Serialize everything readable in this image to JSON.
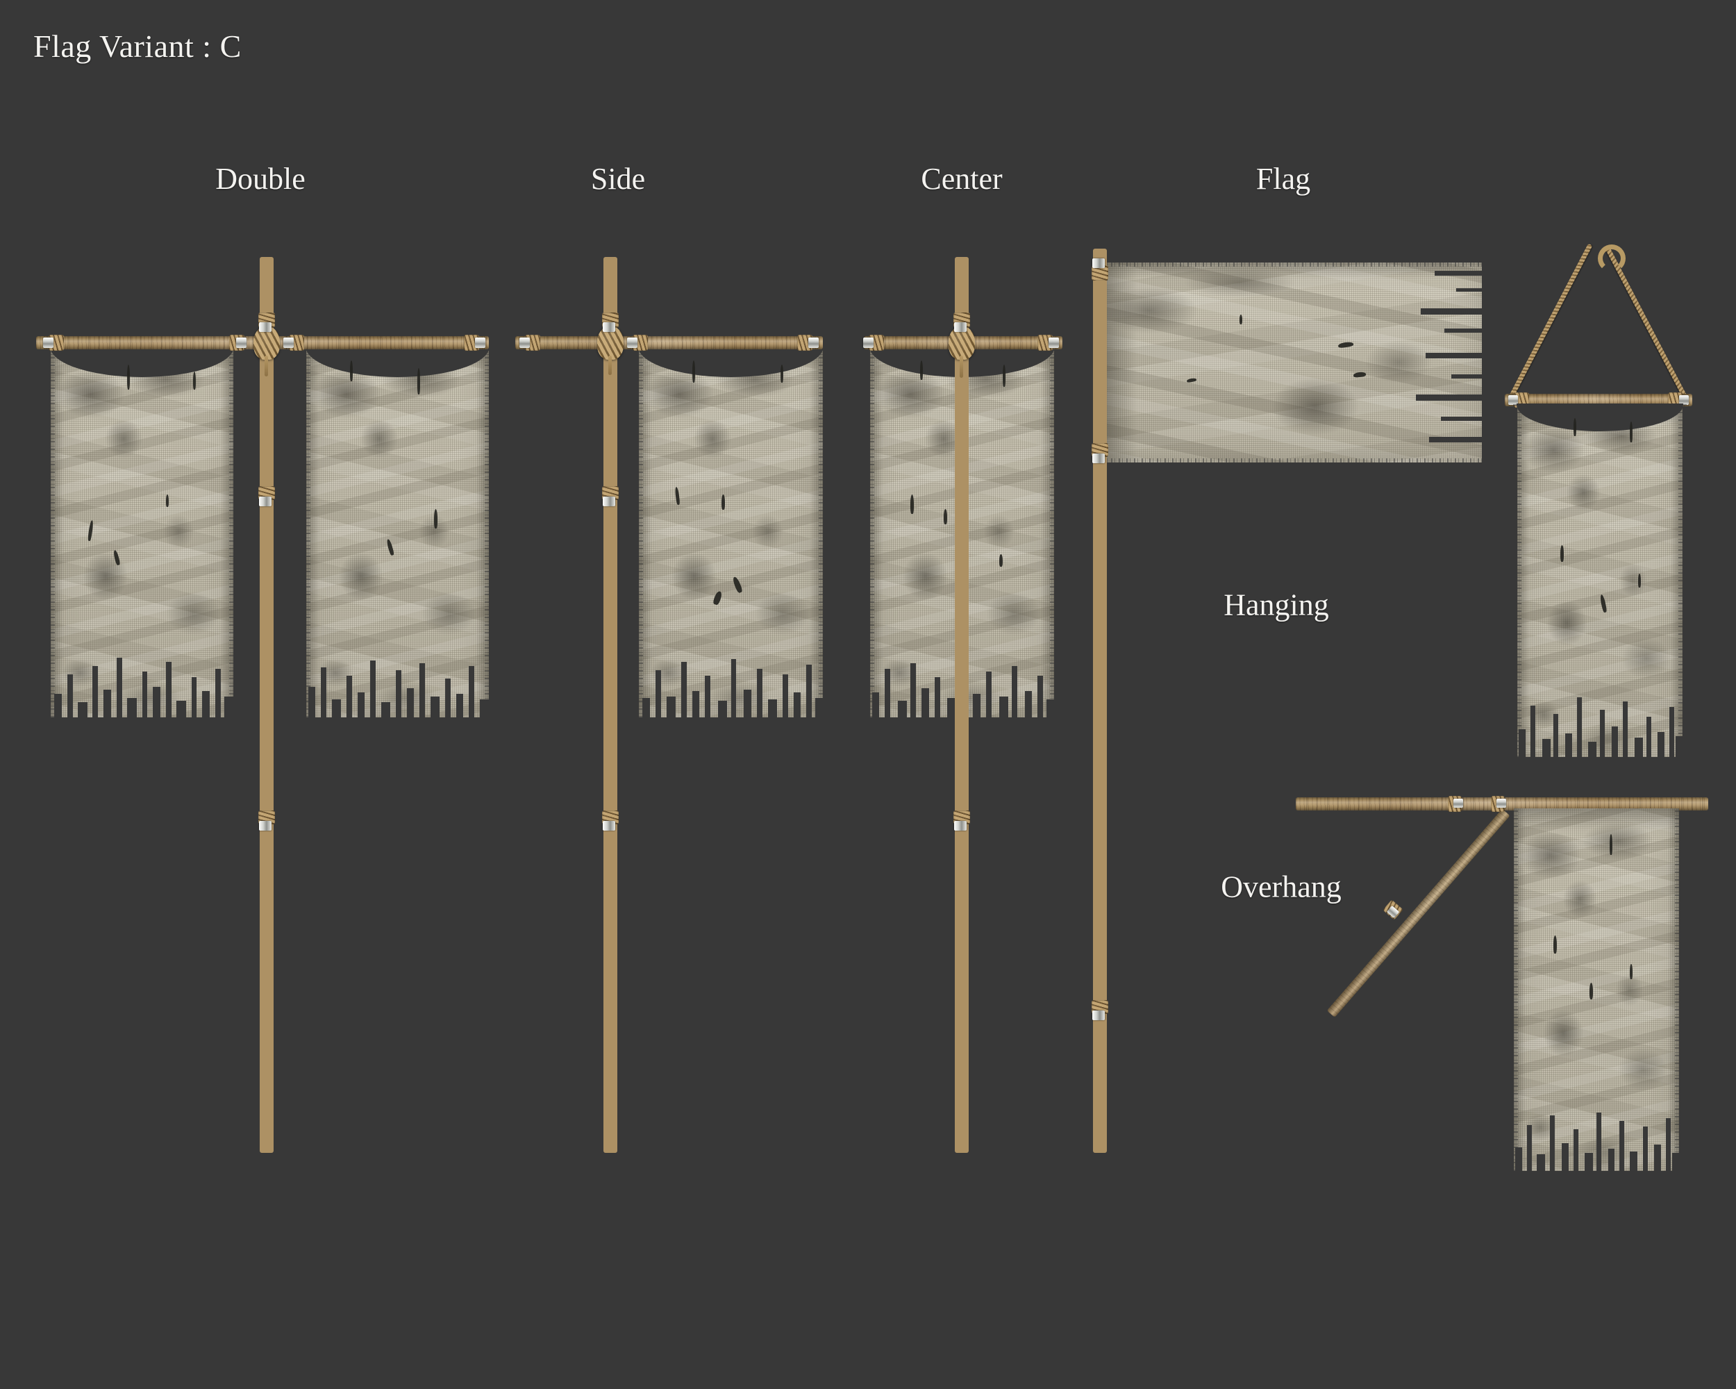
{
  "page": {
    "title": "Flag Variant : C",
    "background_color": "#383838",
    "text_color": "#f4f3f0"
  },
  "colors": {
    "background": "#383838",
    "cloth": "#c8c3b2",
    "cloth_shadow": "#8f8a78",
    "wood": "#ad9164",
    "wood_light": "#bda377",
    "wood_dark": "#7c6334",
    "rope": "#c2a572",
    "clip_metal": "#e8e9e5",
    "grime": "#34312a"
  },
  "column_labels": [
    {
      "id": "double",
      "label": "Double"
    },
    {
      "id": "side",
      "label": "Side"
    },
    {
      "id": "center",
      "label": "Center"
    },
    {
      "id": "flag",
      "label": "Flag"
    }
  ],
  "row_labels": [
    {
      "id": "hanging",
      "label": "Hanging"
    },
    {
      "id": "overhang",
      "label": "Overhang"
    }
  ],
  "variants": [
    {
      "id": "double",
      "label": "Double",
      "description": "Vertical pole with a long crossbar carrying two tattered banners, one on each side.",
      "banner_count": 2,
      "pole": "vertical",
      "crossbar": true
    },
    {
      "id": "side",
      "label": "Side",
      "description": "Vertical pole with a crossbar; a single tattered banner hangs to the right of the pole.",
      "banner_count": 1,
      "pole": "vertical",
      "crossbar": true
    },
    {
      "id": "center",
      "label": "Center",
      "description": "Vertical pole passing through the centre of a single tattered banner hung from a crossbar.",
      "banner_count": 1,
      "pole": "vertical",
      "crossbar": true
    },
    {
      "id": "flag",
      "label": "Flag",
      "description": "Tall vertical pole with a horizontal wind-blown flag attached along its upper left edge.",
      "banner_count": 1,
      "pole": "vertical",
      "crossbar": false
    },
    {
      "id": "hanging",
      "label": "Hanging",
      "description": "Banner suspended from a short wooden bar held by a triangular rope loop.",
      "banner_count": 1,
      "pole": "horizontal-bar",
      "crossbar": false
    },
    {
      "id": "overhang",
      "label": "Overhang",
      "description": "Horizontal wooden beam braced by a diagonal strut, with a banner hanging from its right end.",
      "banner_count": 1,
      "pole": "horizontal-beam",
      "crossbar": false
    }
  ],
  "materials": {
    "cloth": "weathered canvas / burlap, frayed edges, tattered bottom strips, soot stains",
    "pole": "weathered wood with bark texture",
    "binding": "wrapped natural rope with metal clips"
  }
}
